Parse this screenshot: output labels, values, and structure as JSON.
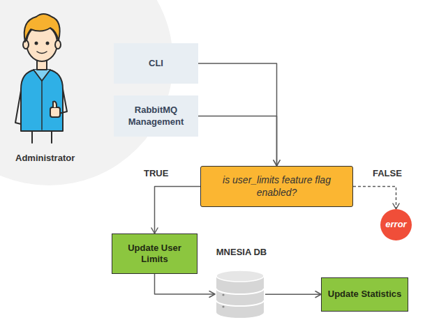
{
  "diagram": {
    "nodes": [
      {
        "text": [
          "CLI"
        ]
      },
      {
        "text": [
          "RabbitMQ Management"
        ]
      },
      {
        "text": [
          "is user_limits feature flag enabled?"
        ]
      },
      {
        "text": [
          "error"
        ]
      },
      {
        "text": [
          "Update User Limits"
        ]
      },
      {
        "text": [
          "MNESIA DB"
        ]
      },
      {
        "text": [
          "Update Statistics"
        ]
      }
    ],
    "edges": [
      {
        "from": 0,
        "to": 2,
        "arrow": "to"
      },
      {
        "from": 1,
        "to": 2,
        "arrow": "to"
      },
      {
        "from": 2,
        "to": 4,
        "label": "TRUE",
        "arrow": "to"
      },
      {
        "from": 2,
        "to": 3,
        "label": "FALSE",
        "arrow": "to"
      },
      {
        "from": 4,
        "to": 5,
        "arrow": "to"
      },
      {
        "from": 5,
        "to": 6,
        "arrow": "to"
      }
    ],
    "labels": [
      "Administrator"
    ]
  }
}
